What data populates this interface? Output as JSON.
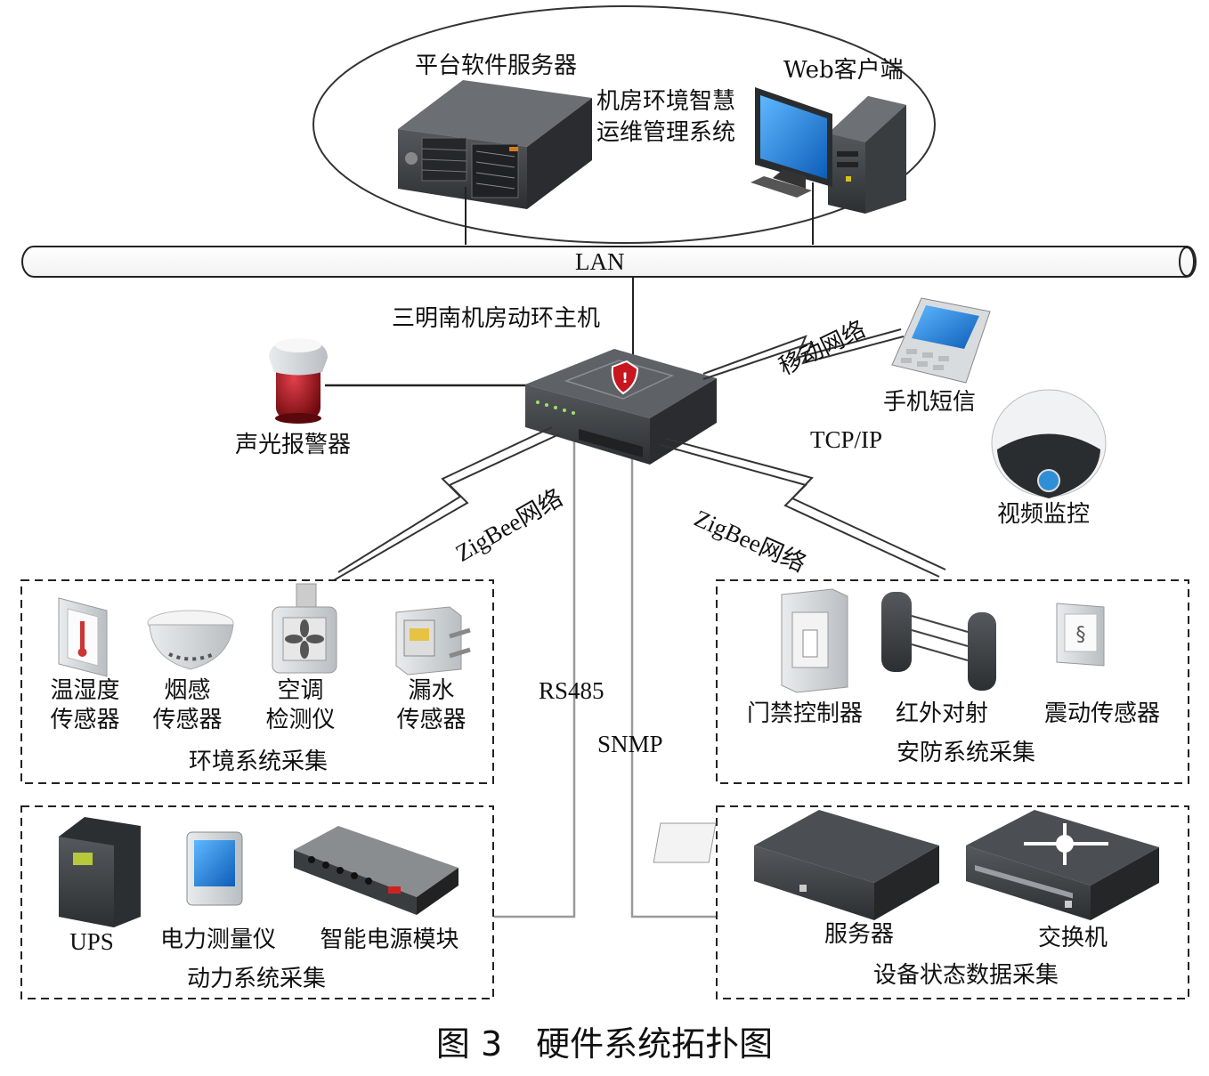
{
  "platform": {
    "server_label": "平台软件服务器",
    "client_label": "Web客户端",
    "system_line1": "机房环境智慧",
    "system_line2": "运维管理系统"
  },
  "lan_label": "LAN",
  "host_label": "三明南机房动环主机",
  "alarm_label": "声光报警器",
  "mobile_network_label": "移动网络",
  "sms_label": "手机短信",
  "tcpip_label": "TCP/IP",
  "video_label": "视频监控",
  "zigbee_left_label": "ZigBee网络",
  "zigbee_right_label": "ZigBee网络",
  "rs485_label": "RS485",
  "snmp_label": "SNMP",
  "environment": {
    "title": "环境系统采集",
    "devices": [
      {
        "line1": "温湿度",
        "line2": "传感器"
      },
      {
        "line1": "烟感",
        "line2": "传感器"
      },
      {
        "line1": "空调",
        "line2": "检测仪"
      },
      {
        "line1": "漏水",
        "line2": "传感器"
      }
    ]
  },
  "security": {
    "title": "安防系统采集",
    "devices": [
      "门禁控制器",
      "红外对射",
      "震动传感器"
    ]
  },
  "power": {
    "title": "动力系统采集",
    "devices": [
      "UPS",
      "电力测量仪",
      "智能电源模块"
    ]
  },
  "equipment": {
    "title": "设备状态数据采集",
    "devices": [
      "服务器",
      "交换机"
    ]
  },
  "caption": "图 3　硬件系统拓扑图",
  "colors": {
    "line": "#222222",
    "wire": "#9a9a9a",
    "device_dark": "#3c3f42",
    "screen": "#1e7fd6",
    "alarm_red": "#b01218"
  }
}
